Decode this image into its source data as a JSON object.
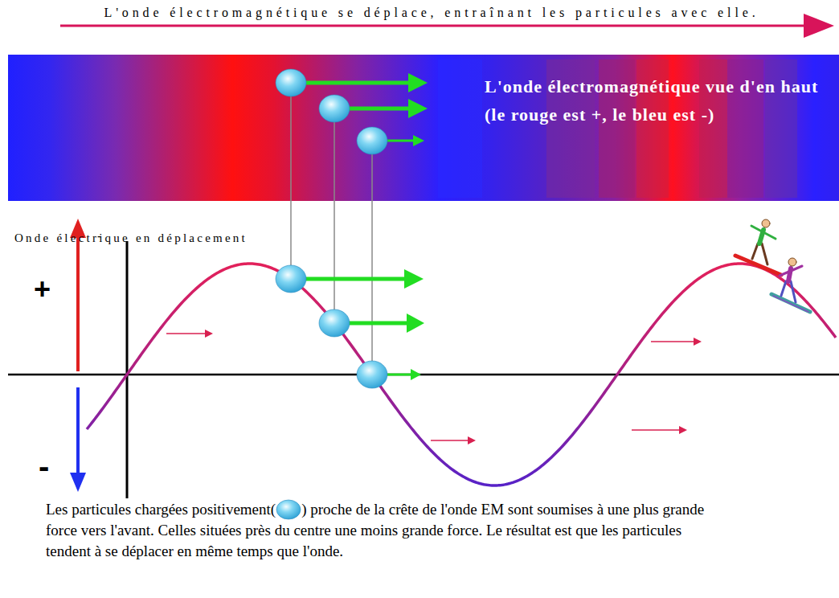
{
  "diagram": {
    "title": "L'onde électromagnétique se déplace, entraînant les particules avec elle.",
    "nodes": [
      {
        "text": [
          "L'onde électromagnétique vue d'en haut (le rouge est +, le bleu est -)"
        ]
      }
    ],
    "labels": [
      "Onde électrique en déplacement",
      "-",
      "+",
      "-",
      "Les particules chargées positivement(",
      ") proche de la crête de l'onde EM sont soumises à une plus grande force vers l'avant. Celles situées près du centre une moins grande force. Le résultat est que les particules tendent à se déplacer en même temps que l'onde."
    ]
  }
}
